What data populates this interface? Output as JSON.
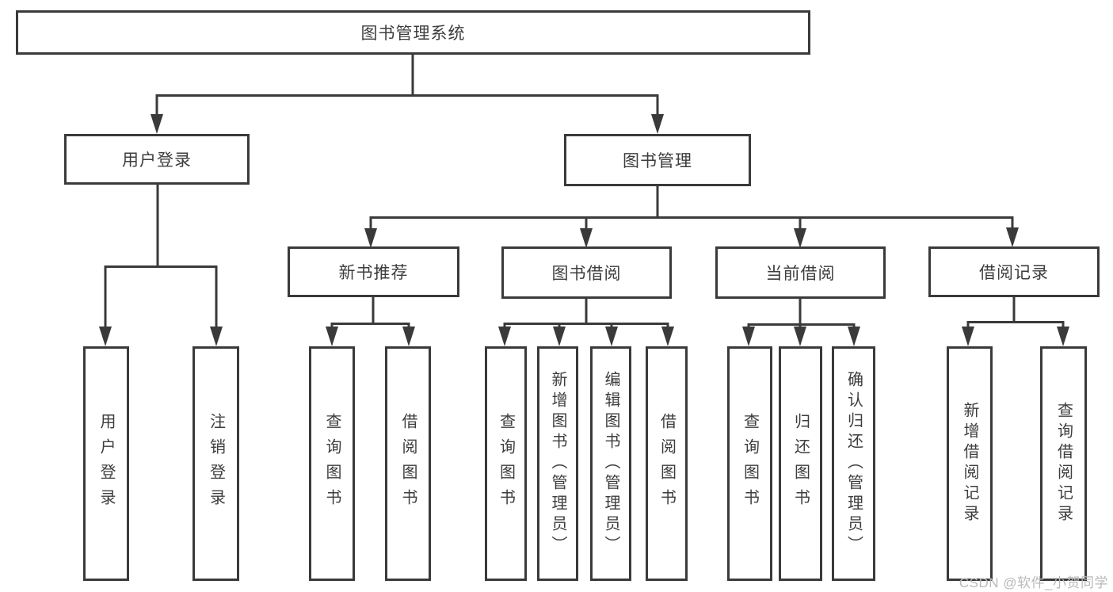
{
  "diagram": {
    "type": "hierarchy-tree",
    "colors": {
      "line": "#3a3a3a",
      "text": "#3d3d3d",
      "box_background": "#ffffff",
      "watermark": "#b9b9b9"
    },
    "tree": {
      "root": {
        "label": "图书管理系统"
      },
      "level2": [
        {
          "label": "用户登录",
          "children": [
            {
              "label": "用户登录"
            },
            {
              "label": "注销登录"
            }
          ]
        },
        {
          "label": "图书管理",
          "children": [
            {
              "label": "新书推荐",
              "children": [
                {
                  "label": "查询图书"
                },
                {
                  "label": "借阅图书"
                }
              ]
            },
            {
              "label": "图书借阅",
              "children": [
                {
                  "label": "查询图书"
                },
                {
                  "label": "新增图书（管理员）"
                },
                {
                  "label": "编辑图书（管理员）"
                },
                {
                  "label": "借阅图书"
                }
              ]
            },
            {
              "label": "当前借阅",
              "children": [
                {
                  "label": "查询图书"
                },
                {
                  "label": "归还图书"
                },
                {
                  "label": "确认归还（管理员）"
                }
              ]
            },
            {
              "label": "借阅记录",
              "children": [
                {
                  "label": "新增借阅记录"
                },
                {
                  "label": "查询借阅记录"
                }
              ]
            }
          ]
        }
      ]
    },
    "watermark": "CSDN @软件_小贺同学"
  }
}
